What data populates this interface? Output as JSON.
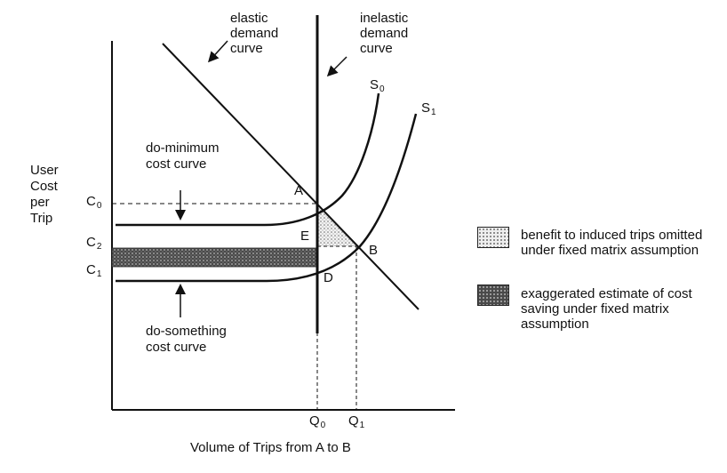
{
  "axes": {
    "y_label_lines": [
      "User",
      "Cost",
      "per",
      "Trip"
    ],
    "x_label": "Volume of Trips from A to B"
  },
  "curve_labels": {
    "elastic": [
      "elastic",
      "demand",
      "curve"
    ],
    "inelastic": [
      "inelastic",
      "demand",
      "curve"
    ],
    "do_minimum": [
      "do-minimum",
      "cost curve"
    ],
    "do_something": [
      "do-something",
      "cost curve"
    ]
  },
  "supply_labels": [
    {
      "base": "S",
      "sub": "0"
    },
    {
      "base": "S",
      "sub": "1"
    }
  ],
  "cost_levels": [
    {
      "base": "C",
      "sub": "0"
    },
    {
      "base": "C",
      "sub": "2"
    },
    {
      "base": "C",
      "sub": "1"
    }
  ],
  "quantity_levels": [
    {
      "base": "Q",
      "sub": "0"
    },
    {
      "base": "Q",
      "sub": "1"
    }
  ],
  "points": {
    "A": "A",
    "B": "B",
    "D": "D",
    "E": "E"
  },
  "legend": [
    {
      "text": "benefit to induced trips omitted under fixed matrix assumption",
      "fill": "light-stipple"
    },
    {
      "text": "exaggerated estimate of cost saving under fixed matrix assumption",
      "fill": "dark-stipple"
    }
  ],
  "colors": {
    "line": "#111111",
    "light_fill": "#d9d9d9",
    "dark_fill": "#5a5a5a"
  }
}
